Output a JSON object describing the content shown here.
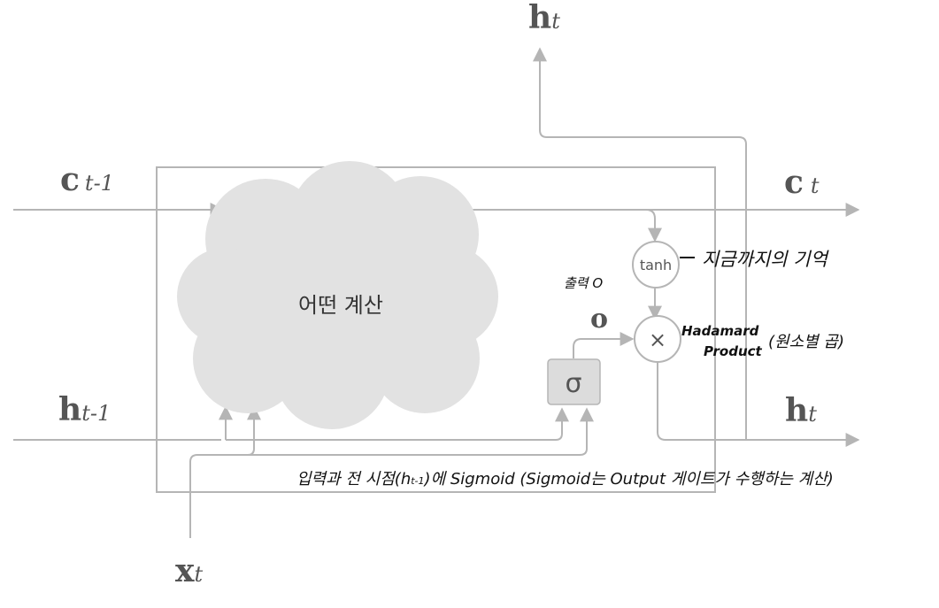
{
  "labels": {
    "h_out_main": "h",
    "h_out_sub": "t",
    "c_in_main": "c",
    "c_in_sub": "t-1",
    "c_out_main": "c",
    "c_out_sub": "t",
    "h_in_main": "h",
    "h_in_sub": "t-1",
    "h_right_main": "h",
    "h_right_sub": "t",
    "x_main": "x",
    "x_sub": "t",
    "o_label": "o"
  },
  "nodes": {
    "cloud_text": "어떤 계산",
    "tanh": "tanh",
    "times": "×",
    "sigma": "σ"
  },
  "annotations": {
    "memory": "지금까지의 기억",
    "output_o": "출력 O",
    "hadamard_1": "Hadamard",
    "hadamard_2": "Product",
    "elementwise": "(원소별 곱)",
    "sigmoid_note": "입력과 전 시점(h",
    "sigmoid_note_sub": "t-1",
    "sigmoid_note_rest": ")에 Sigmoid (Sigmoid는 Output 게이트가 수행하는 계산)"
  },
  "colors": {
    "line": "#b5b5b5",
    "cloud": "#e2e2e2",
    "label": "#555555",
    "ink": "#111111"
  }
}
